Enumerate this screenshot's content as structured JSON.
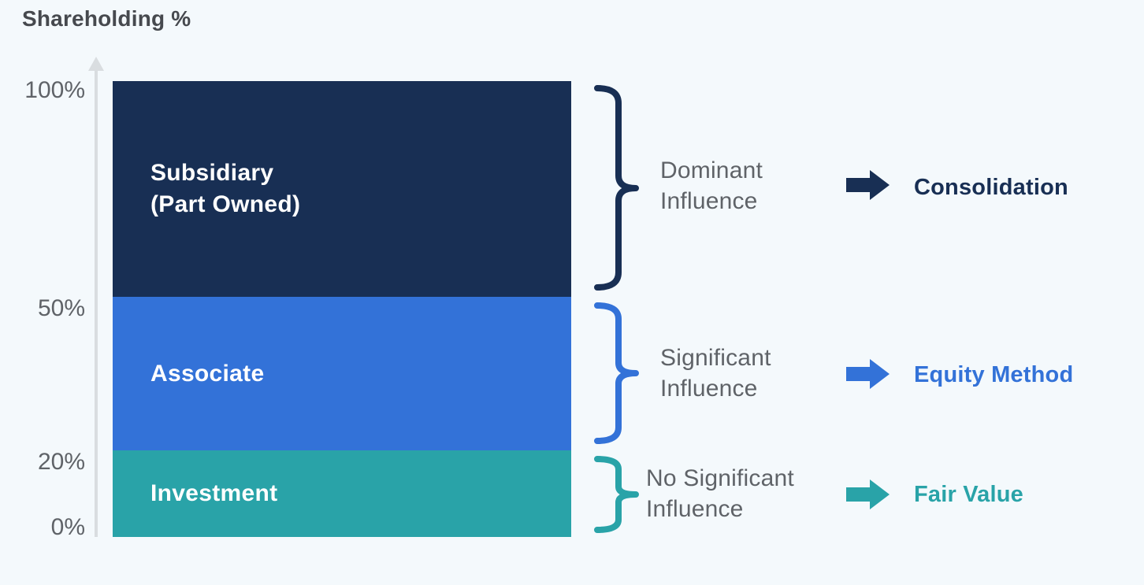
{
  "title": "Shareholding %",
  "colors": {
    "background": "#f4f9fc",
    "navy": "#182f54",
    "blue": "#3372d8",
    "teal": "#29a3a8",
    "gray_text": "#5f6368",
    "title_text": "#46494e",
    "axis": "#d9dde0",
    "bar_label_text": "#ffffff"
  },
  "y_axis": {
    "ticks": [
      "100%",
      "50%",
      "20%",
      "0%"
    ]
  },
  "segments": [
    {
      "name": "Subsidiary (Part Owned)",
      "label_lines": [
        "Subsidiary",
        "(Part Owned)"
      ],
      "color": "#182f54"
    },
    {
      "name": "Associate",
      "label_lines": [
        "Associate"
      ],
      "color": "#3372d8"
    },
    {
      "name": "Investment",
      "label_lines": [
        "Investment"
      ],
      "color": "#29a3a8"
    }
  ],
  "mappings": [
    {
      "influence_lines": [
        "Dominant",
        "Influence"
      ],
      "method": "Consolidation",
      "color": "#182f54"
    },
    {
      "influence_lines": [
        "Significant",
        "Influence"
      ],
      "method": "Equity Method",
      "color": "#3372d8"
    },
    {
      "influence_lines": [
        "No Significant",
        "Influence"
      ],
      "method": "Fair Value",
      "color": "#29a3a8"
    }
  ],
  "chart_data": {
    "type": "bar",
    "stacked": true,
    "title": "Shareholding %",
    "ylabel": "Shareholding %",
    "ylim": [
      0,
      100
    ],
    "yticks": [
      "0%",
      "20%",
      "50%",
      "100%"
    ],
    "grid": false,
    "series": [
      {
        "name": "Investment",
        "from": 0,
        "to": 20,
        "color": "#29a3a8",
        "influence": "No Significant Influence",
        "accounting_method": "Fair Value"
      },
      {
        "name": "Associate",
        "from": 20,
        "to": 50,
        "color": "#3372d8",
        "influence": "Significant Influence",
        "accounting_method": "Equity Method"
      },
      {
        "name": "Subsidiary (Part Owned)",
        "from": 50,
        "to": 100,
        "color": "#182f54",
        "influence": "Dominant Influence",
        "accounting_method": "Consolidation"
      }
    ]
  }
}
